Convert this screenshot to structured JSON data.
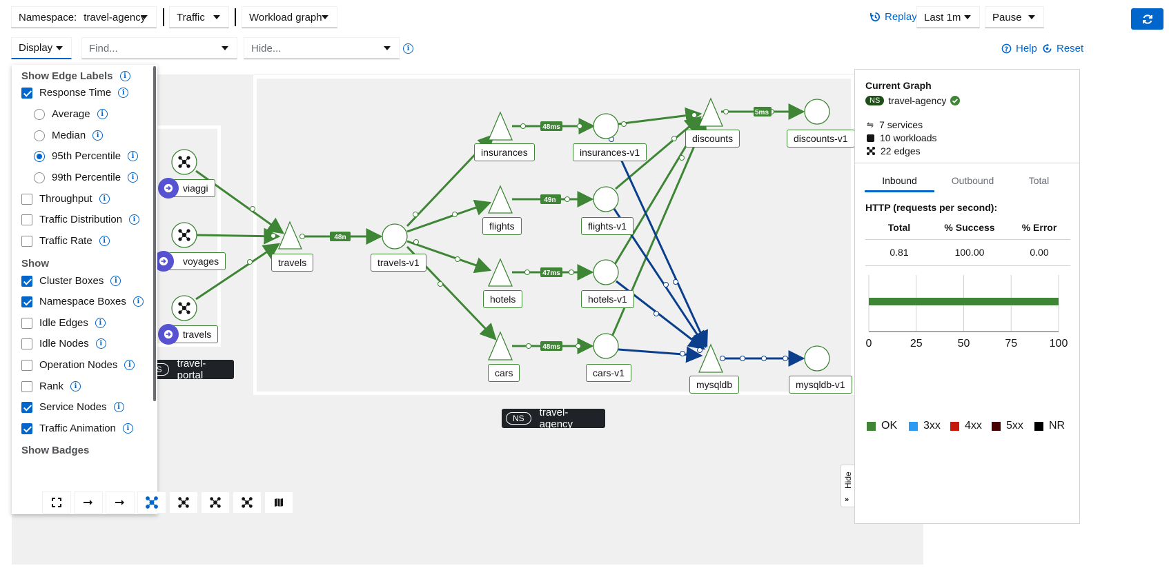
{
  "toolbar": {
    "namespace_label": "Namespace:",
    "namespace_value": "travel-agency",
    "traffic_label": "Traffic",
    "graph_type": "Workload graph",
    "display_label": "Display",
    "find_placeholder": "Find...",
    "hide_placeholder": "Hide...",
    "replay_label": "Replay",
    "time_range": "Last 1m",
    "refresh_interval": "Pause",
    "help_label": "Help",
    "reset_label": "Reset"
  },
  "display_menu": {
    "edge_labels_heading": "Show Edge Labels",
    "response_time": {
      "label": "Response Time",
      "checked": true
    },
    "radios": [
      {
        "label": "Average",
        "checked": false
      },
      {
        "label": "Median",
        "checked": false
      },
      {
        "label": "95th Percentile",
        "checked": true
      },
      {
        "label": "99th Percentile",
        "checked": false
      }
    ],
    "edge_options": [
      {
        "label": "Throughput",
        "checked": false
      },
      {
        "label": "Traffic Distribution",
        "checked": false
      },
      {
        "label": "Traffic Rate",
        "checked": false
      }
    ],
    "show_heading": "Show",
    "show_options": [
      {
        "label": "Cluster Boxes",
        "checked": true
      },
      {
        "label": "Namespace Boxes",
        "checked": true
      },
      {
        "label": "Idle Edges",
        "checked": false
      },
      {
        "label": "Idle Nodes",
        "checked": false
      },
      {
        "label": "Operation Nodes",
        "checked": false
      },
      {
        "label": "Rank",
        "checked": false
      },
      {
        "label": "Service Nodes",
        "checked": true
      },
      {
        "label": "Traffic Animation",
        "checked": true
      }
    ],
    "badges_heading": "Show Badges"
  },
  "graph": {
    "ns_portal": "travel-portal",
    "ns_agency": "travel-agency",
    "ns_pill": "NS",
    "apps": [
      "viaggi",
      "voyages",
      "travels"
    ],
    "nodes": {
      "travels": "travels",
      "travels_v1": "travels-v1",
      "insurances": "insurances",
      "flights": "flights",
      "hotels": "hotels",
      "cars": "cars",
      "insurances_v1": "insurances-v1",
      "flights_v1": "flights-v1",
      "hotels_v1": "hotels-v1",
      "cars_v1": "cars-v1",
      "discounts": "discounts",
      "discounts_v1": "discounts-v1",
      "mysqldb": "mysqldb",
      "mysqldb_v1": "mysqldb-v1"
    },
    "edge_labels": {
      "travels": "48n",
      "insurances": "48ms",
      "flights": "49n",
      "hotels": "47ms",
      "cars": "48ms",
      "discounts": "5ms"
    }
  },
  "side_panel": {
    "title": "Current Graph",
    "ns_badge": "NS",
    "namespace": "travel-agency",
    "services": "7 services",
    "workloads": "10 workloads",
    "edges": "22 edges",
    "tabs": [
      "Inbound",
      "Outbound",
      "Total"
    ],
    "http_title": "HTTP (requests per second):",
    "table_headers": [
      "Total",
      "% Success",
      "% Error"
    ],
    "table_values": [
      "0.81",
      "100.00",
      "0.00"
    ],
    "hide_label": "Hide"
  },
  "colors": {
    "ok": "#3e8635",
    "3xx": "#2b9af3",
    "4xx": "#c9190b",
    "5xx": "#470000",
    "nr": "#000000",
    "edge_blue": "#0b3f8c"
  },
  "chart_data": {
    "type": "bar",
    "orientation": "horizontal",
    "categories": [
      ""
    ],
    "series": [
      {
        "name": "OK",
        "values": [
          100
        ]
      },
      {
        "name": "3xx",
        "values": [
          0
        ]
      },
      {
        "name": "4xx",
        "values": [
          0
        ]
      },
      {
        "name": "5xx",
        "values": [
          0
        ]
      },
      {
        "name": "NR",
        "values": [
          0
        ]
      }
    ],
    "xlim": [
      0,
      100
    ],
    "x_ticks": [
      "0",
      "25",
      "50",
      "75",
      "100"
    ],
    "legend_position": "bottom"
  }
}
